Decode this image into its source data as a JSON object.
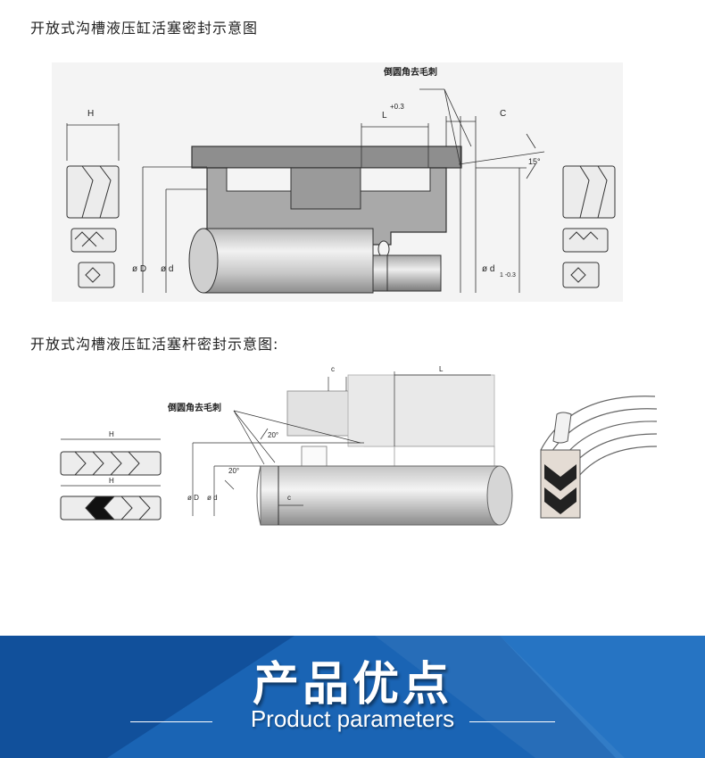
{
  "captions": {
    "piston": "开放式沟槽液压缸活塞密封示意图",
    "rod": "开放式沟槽液压缸活塞杆密封示意图:"
  },
  "piston_diagram": {
    "chamfer_note": "倒圆角去毛刺",
    "dim_H": "H",
    "dim_L": "L",
    "dim_L_tol": "+0.3",
    "dim_C": "C",
    "angle": "15°",
    "label_OD": "ø D",
    "label_od": "ø d",
    "label_d1": "ø d",
    "label_d1_sub": "1 -0.3"
  },
  "rod_diagram": {
    "chamfer_note": "倒圆角去毛刺",
    "dim_c_top": "c",
    "dim_L": "L",
    "dim_H1": "H",
    "dim_H2": "H",
    "angle_top": "20°",
    "angle_bottom": "20°",
    "label_OD": "ø D",
    "label_od": "ø d",
    "dim_c_bottom": "c"
  },
  "banner": {
    "title": "产品优点",
    "subtitle": "Product parameters",
    "colors": {
      "dark": "#0b3f86",
      "mid": "#1a64b4",
      "light": "#2e7fcd"
    }
  }
}
